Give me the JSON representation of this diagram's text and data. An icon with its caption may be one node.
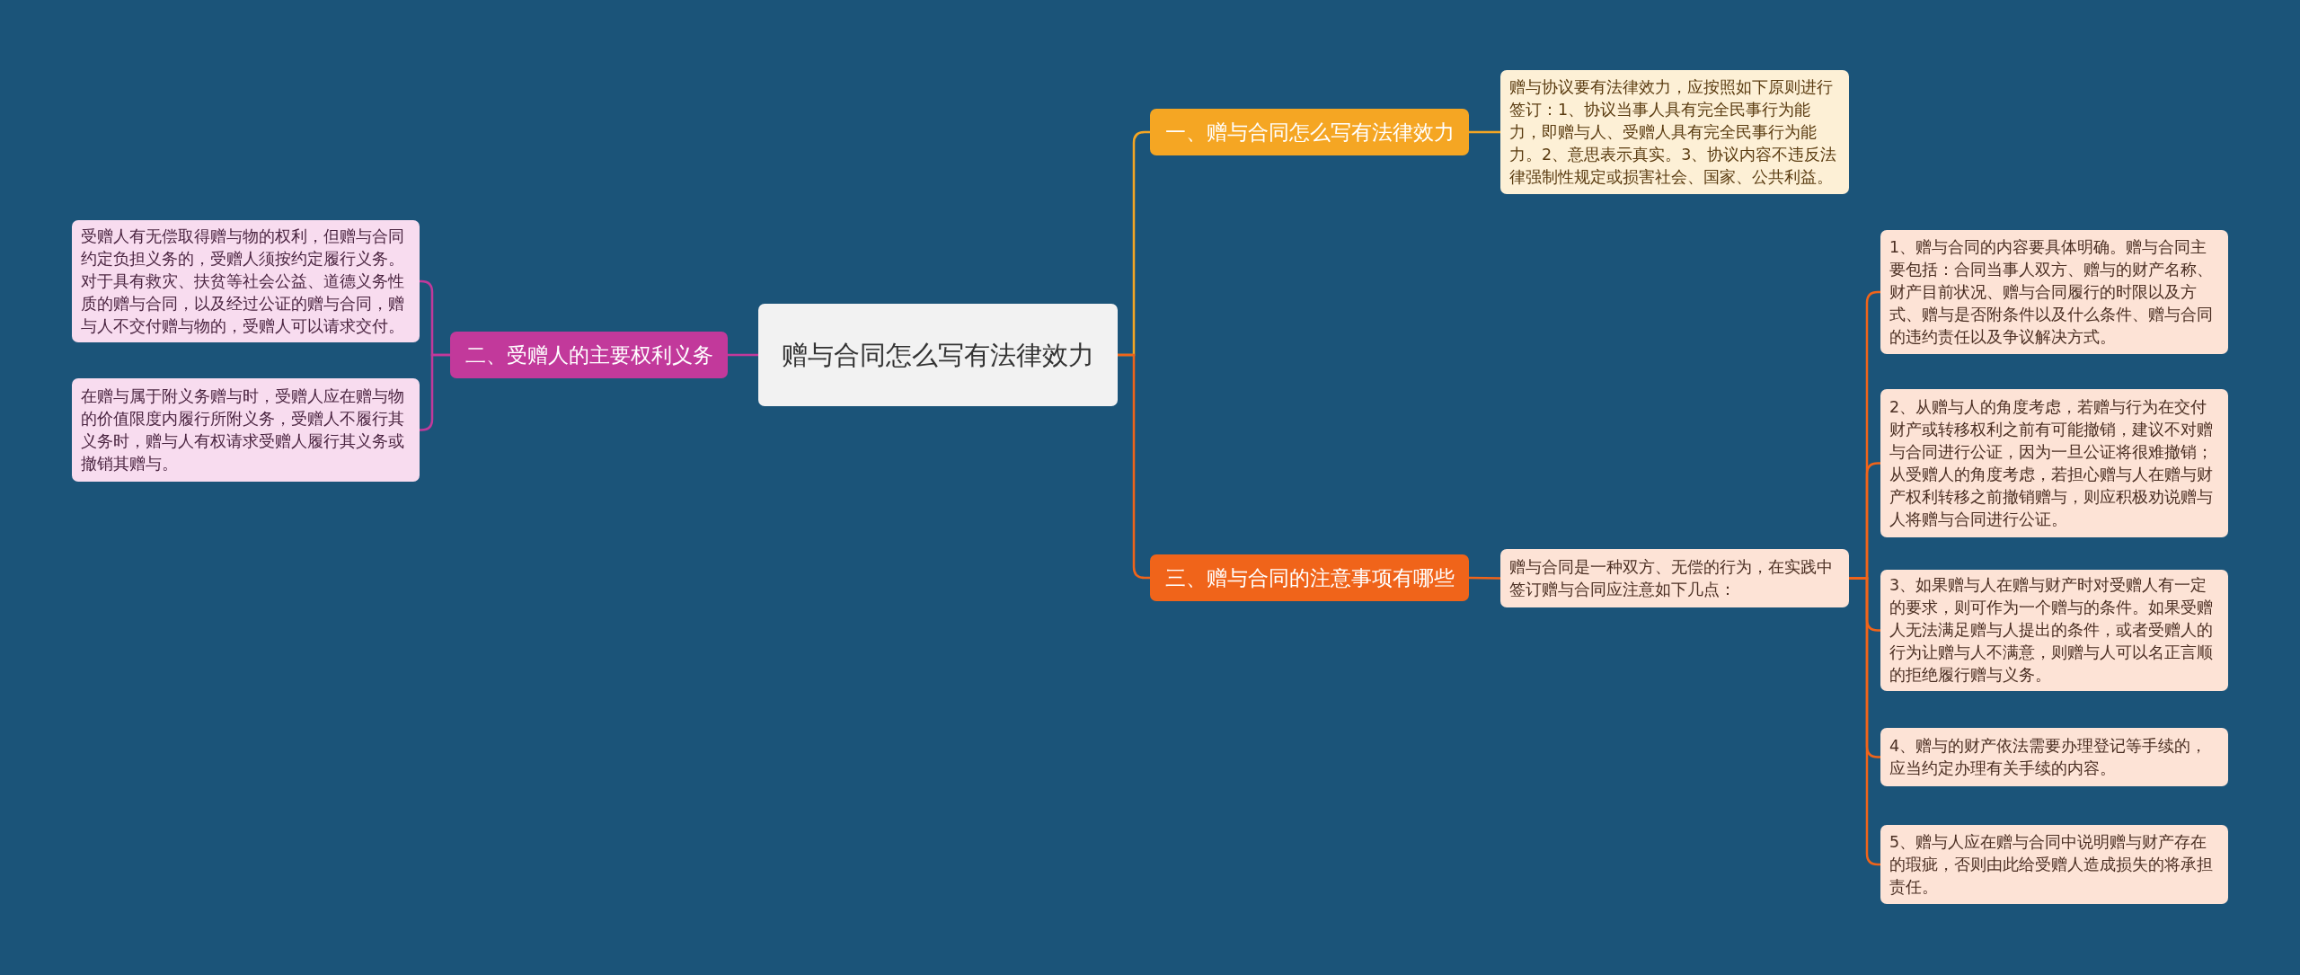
{
  "diagram": {
    "nodes": [
      {
        "text": [
          "赠与合同怎么写有法律效力"
        ]
      },
      {
        "text": [
          "一、赠与合同怎么写有法律效力"
        ]
      },
      {
        "text": [
          "赠与协议要有法律效力，应按照如下原则进行签订：1、协议当事人具有完全民事行为能力，即赠与人、受赠人具有完全民事行为能力。2、意思表示真实。3、协议内容不违反法律强制性规定或损害社会、国家、公共利益。"
        ]
      },
      {
        "text": [
          "二、受赠人的主要权利义务"
        ]
      },
      {
        "text": [
          "受赠人有无偿取得赠与物的权利，但赠与合同约定负担义务的，受赠人须按约定履行义务。对于具有救灾、扶贫等社会公益、道德义务性质的赠与合同，以及经过公证的赠与合同，赠与人不交付赠与物的，受赠人可以请求交付。"
        ]
      },
      {
        "text": [
          "在赠与属于附义务赠与时，受赠人应在赠与物的价值限度内履行所附义务，受赠人不履行其义务时，赠与人有权请求受赠人履行其义务或撤销其赠与。"
        ]
      },
      {
        "text": [
          "三、赠与合同的注意事项有哪些"
        ]
      },
      {
        "text": [
          "赠与合同是一种双方、无偿的行为，在实践中签订赠与合同应注意如下几点："
        ]
      },
      {
        "text": [
          "1、赠与合同的内容要具体明确。赠与合同主要包括：合同当事人双方、赠与的财产名称、财产目前状况、赠与合同履行的时限以及方式、赠与是否附条件以及什么条件、赠与合同的违约责任以及争议解决方式。"
        ]
      },
      {
        "text": [
          "2、从赠与人的角度考虑，若赠与行为在交付财产或转移权利之前有可能撤销，建议不对赠与合同进行公证，因为一旦公证将很难撤销；从受赠人的角度考虑，若担心赠与人在赠与财产权利转移之前撤销赠与，则应积极劝说赠与人将赠与合同进行公证。"
        ]
      },
      {
        "text": [
          "3、如果赠与人在赠与财产时对受赠人有一定的要求，则可作为一个赠与的条件。如果受赠人无法满足赠与人提出的条件，或者受赠人的行为让赠与人不满意，则赠与人可以名正言顺的拒绝履行赠与义务。"
        ]
      },
      {
        "text": [
          "4、赠与的财产依法需要办理登记等手续的，应当约定办理有关手续的内容。"
        ]
      },
      {
        "text": [
          "5、赠与人应在赠与合同中说明赠与财产存在的瑕疵，否则由此给受赠人造成损失的将承担责任。"
        ]
      }
    ],
    "edges": [
      {
        "from": 0,
        "to": 1,
        "arrow": "none",
        "color": "#f5a623"
      },
      {
        "from": 1,
        "to": 2,
        "arrow": "none",
        "color": "#f5a623"
      },
      {
        "from": 0,
        "to": 3,
        "arrow": "none",
        "color": "#c2399b"
      },
      {
        "from": 3,
        "to": 4,
        "arrow": "none",
        "color": "#c2399b"
      },
      {
        "from": 3,
        "to": 5,
        "arrow": "none",
        "color": "#c2399b"
      },
      {
        "from": 0,
        "to": 6,
        "arrow": "none"
      },
      {
        "from": 6,
        "to": 7,
        "arrow": "none"
      },
      {
        "from": 7,
        "to": 8,
        "arrow": "none"
      },
      {
        "from": 7,
        "to": 9,
        "arrow": "none"
      },
      {
        "from": 7,
        "to": 10,
        "arrow": "none"
      },
      {
        "from": 7,
        "to": 11,
        "arrow": "none"
      },
      {
        "from": 7,
        "to": 12,
        "arrow": "none"
      }
    ]
  }
}
